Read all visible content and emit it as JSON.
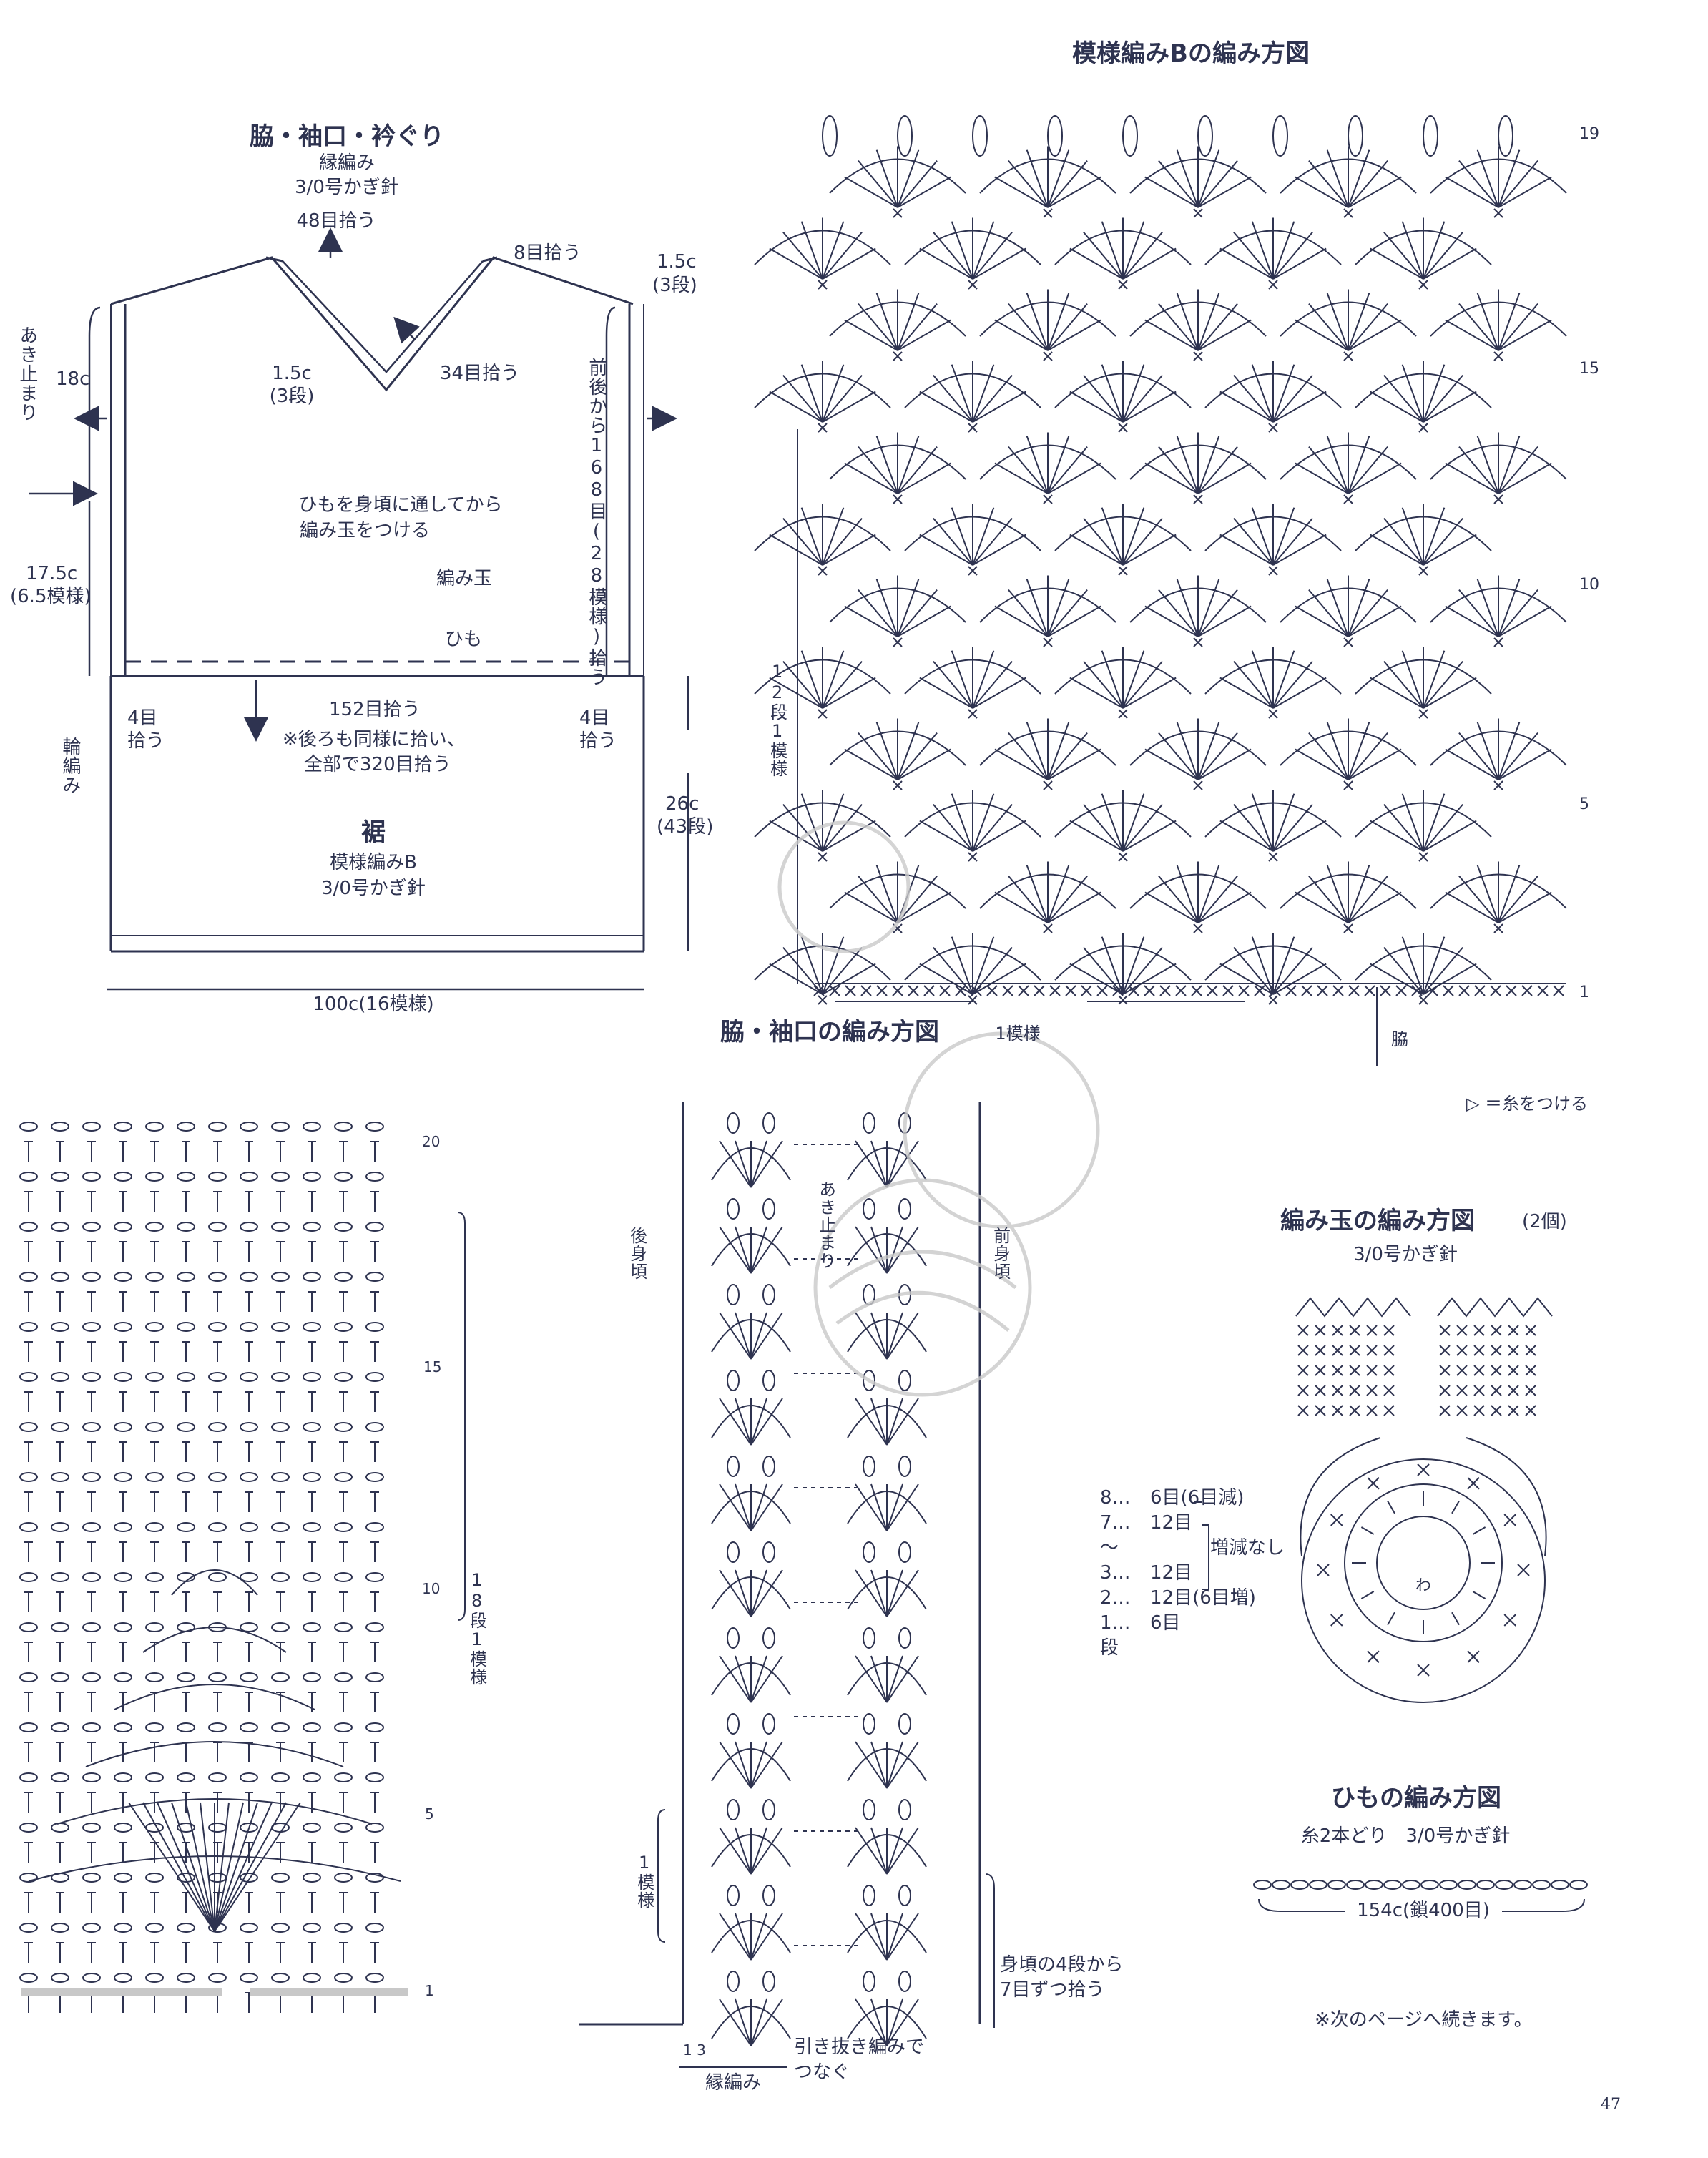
{
  "schematic": {
    "title": "脇・袖口・衿ぐり",
    "subtitle": "縁編み",
    "hook": "3/0号かぎ針",
    "neck_top": "48目拾う",
    "neck_side": "8目拾う",
    "neck_v": "34目拾う",
    "neck_depth": "1.5c",
    "neck_depth_rows": "(3段)",
    "side_depth": "1.5c",
    "side_depth_rows": "(3段)",
    "opening": "あき止まり",
    "upper": "18c",
    "lower": "17.5c",
    "lower_rows": "(6.5模様)",
    "pickup_side": "前後から168目(28模様)拾う",
    "cord_note_1": "ひもを身頃に通してから",
    "cord_note_2": "編み玉をつける",
    "ball_label": "編み玉",
    "cord_label": "ひも",
    "bottom_pick": "152目拾う",
    "left_pick": "4目",
    "left_pick_2": "拾う",
    "right_pick": "4目",
    "right_pick_2": "拾う",
    "back_note_1": "※後ろも同様に拾い、",
    "back_note_2": "全部で320目拾う",
    "round_knit": "輪編み",
    "skirt": "裾",
    "skirt_pattern": "模様編みB",
    "skirt_hook": "3/0号かぎ針",
    "skirt_len": "26c",
    "skirt_rows": "(43段)",
    "width": "100c(16模様)"
  },
  "chart_b": {
    "title": "模様編みBの編み方図",
    "rows": [
      "19",
      "15",
      "10",
      "5",
      "1"
    ],
    "repeat": "12段1模様",
    "unit": "1模様",
    "side": "脇",
    "legend": "＝糸をつける"
  },
  "side_chart": {
    "title": "脇・袖口の編み方図",
    "back": "後身頃",
    "front": "前身頃",
    "opening": "あき止まり",
    "repeat": "1模様",
    "pickup_1": "身頃の4段から",
    "pickup_2": "7目ずつ拾う",
    "join_1": "引き抜き編みで",
    "join_2": "つなぐ",
    "rows": "1 3",
    "edge": "縁編み"
  },
  "left_chart": {
    "rows": [
      "20",
      "15",
      "10",
      "5",
      "1"
    ],
    "repeat": "18段1模様"
  },
  "ball_chart": {
    "title": "編み玉の編み方図",
    "count": "(2個)",
    "hook": "3/0号かぎ針",
    "table": [
      {
        "row": "8…",
        "count": "6目(6目減)"
      },
      {
        "row": "7…",
        "count": "12目"
      },
      {
        "row": "～",
        "count": ""
      },
      {
        "row": "3…",
        "count": "12目"
      },
      {
        "row": "2…",
        "count": "12目(6目増)"
      },
      {
        "row": "1…",
        "count": "6目"
      },
      {
        "row": "段",
        "count": ""
      }
    ],
    "no_change": "増減なし",
    "ring": "わ"
  },
  "cord_chart": {
    "title": "ひもの編み方図",
    "yarn": "糸2本どり　3/0号かぎ針",
    "length": "154c(鎖400目)"
  },
  "footer": {
    "next": "※次のページへ続きます。",
    "page": "47"
  }
}
